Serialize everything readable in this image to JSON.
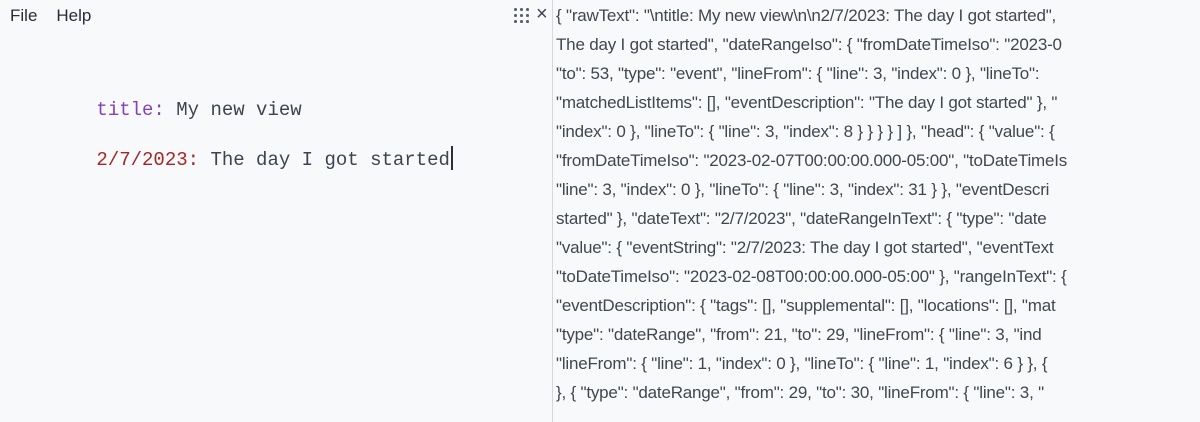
{
  "app": {
    "background": "#f8f9fb",
    "divider_color": "#d7d8dd"
  },
  "menu": {
    "items": [
      {
        "label": "File"
      },
      {
        "label": "Help"
      }
    ]
  },
  "editor": {
    "text_color": "#3d4450",
    "lines": [
      {
        "key": "title:",
        "key_color": "#8641bd",
        "rest": " My new view"
      },
      {
        "key": "2/7/2023:",
        "key_color": "#a62626",
        "rest": " The day I got started",
        "cursor": true
      }
    ]
  },
  "json_panel": {
    "close_icon": "×",
    "drag_handle_icon": "grid-dots",
    "text_color": "#40474f",
    "lines": [
      "{ \"rawText\": \"\\ntitle: My new view\\n\\n2/7/2023: The day I got started\",",
      "The day I got started\", \"dateRangeIso\": { \"fromDateTimeIso\": \"2023-0",
      "\"to\": 53, \"type\": \"event\", \"lineFrom\": { \"line\": 3, \"index\": 0 }, \"lineTo\":",
      "\"matchedListItems\": [], \"eventDescription\": \"The day I got started\" }, \"",
      "\"index\": 0 }, \"lineTo\": { \"line\": 3, \"index\": 8 } } } } ] }, \"head\": { \"value\": {",
      "\"fromDateTimeIso\": \"2023-02-07T00:00:00.000-05:00\", \"toDateTimeIs",
      "\"line\": 3, \"index\": 0 }, \"lineTo\": { \"line\": 3, \"index\": 31 } }, \"eventDescri",
      "started\" }, \"dateText\": \"2/7/2023\", \"dateRangeInText\": { \"type\": \"date",
      "\"value\": { \"eventString\": \"2/7/2023: The day I got started\", \"eventText",
      "\"toDateTimeIso\": \"2023-02-08T00:00:00.000-05:00\" }, \"rangeInText\": {",
      "\"eventDescription\": { \"tags\": [], \"supplemental\": [], \"locations\": [], \"mat",
      "\"type\": \"dateRange\", \"from\": 21, \"to\": 29, \"lineFrom\": { \"line\": 3, \"ind",
      "\"lineFrom\": { \"line\": 1, \"index\": 0 }, \"lineTo\": { \"line\": 1, \"index\": 6 } }, {",
      "}, { \"type\": \"dateRange\", \"from\": 29, \"to\": 30, \"lineFrom\": { \"line\": 3, \""
    ]
  }
}
